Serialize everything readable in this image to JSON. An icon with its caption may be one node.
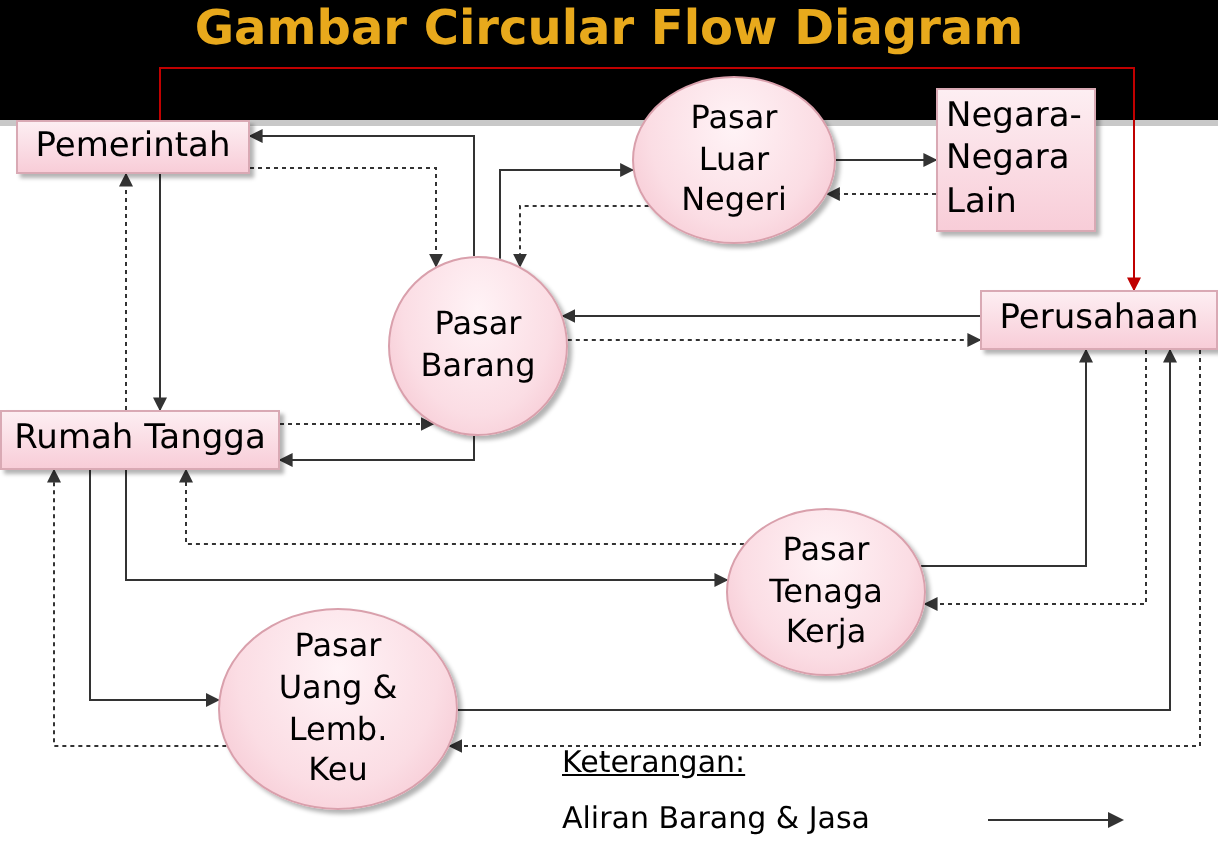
{
  "diagram": {
    "title": "Gambar Circular Flow Diagram",
    "nodes": [
      {
        "text": [
          "Pemerintah"
        ]
      },
      {
        "text": [
          "Pasar Luar Negeri"
        ]
      },
      {
        "text": [
          "Negara- Negara Lain"
        ]
      },
      {
        "text": [
          "Pasar Barang"
        ]
      },
      {
        "text": [
          "Perusahaan"
        ]
      },
      {
        "text": [
          "Rumah Tangga"
        ]
      },
      {
        "text": [
          "Pasar Tenaga Kerja"
        ]
      },
      {
        "text": [
          "Pasar Uang & Lemb. Keu"
        ]
      }
    ],
    "edges": [
      {
        "from": 0,
        "to": 4,
        "arrow": "to",
        "color": "#c00000"
      },
      {
        "from": 3,
        "to": 0,
        "arrow": "to"
      },
      {
        "from": 0,
        "to": 3,
        "arrow": "to",
        "style": "dashed"
      },
      {
        "from": 3,
        "to": 1,
        "arrow": "to"
      },
      {
        "from": 1,
        "to": 3,
        "arrow": "to",
        "style": "dashed"
      },
      {
        "from": 1,
        "to": 2,
        "arrow": "to"
      },
      {
        "from": 2,
        "to": 1,
        "arrow": "to",
        "style": "dashed"
      },
      {
        "from": 4,
        "to": 3,
        "arrow": "to"
      },
      {
        "from": 3,
        "to": 4,
        "arrow": "to",
        "style": "dashed"
      },
      {
        "from": 0,
        "to": 5,
        "arrow": "to"
      },
      {
        "from": 5,
        "to": 0,
        "arrow": "to",
        "style": "dashed"
      },
      {
        "from": 5,
        "to": 3,
        "arrow": "to",
        "style": "dashed"
      },
      {
        "from": 3,
        "to": 5,
        "arrow": "to"
      },
      {
        "from": 6,
        "to": 5,
        "arrow": "to",
        "style": "dashed"
      },
      {
        "from": 5,
        "to": 6,
        "arrow": "to"
      },
      {
        "from": 6,
        "to": 4,
        "arrow": "to"
      },
      {
        "from": 4,
        "to": 6,
        "arrow": "to",
        "style": "dashed"
      },
      {
        "from": 5,
        "to": 7,
        "arrow": "to"
      },
      {
        "from": 7,
        "to": 4,
        "arrow": "to"
      },
      {
        "from": 4,
        "to": 7,
        "arrow": "to",
        "style": "dashed"
      },
      {
        "from": 7,
        "to": 5,
        "arrow": "to",
        "style": "dashed"
      }
    ],
    "labels": [
      "Keterangan:"
    ],
    "legend": [
      {
        "text": "Aliran Barang & Jasa"
      }
    ]
  }
}
